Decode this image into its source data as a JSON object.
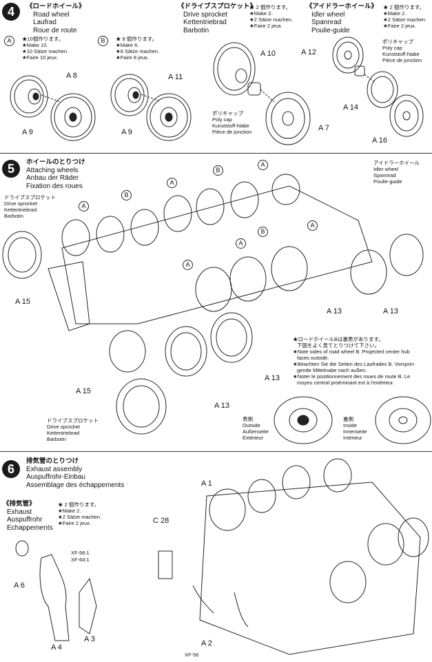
{
  "step4": {
    "number": "4",
    "road_wheel": {
      "jp": "《ロードホイール》",
      "en": "Road wheel",
      "de": "Laufrad",
      "fr": "Roue de route"
    },
    "drive_sprocket": {
      "jp": "《ドライブスプロケット》",
      "en": "Drive sprocket",
      "de": "Kettentriebrad",
      "fr": "Barbotin",
      "qty_jp": "★ 2 個作ります。",
      "qty_en": "★Make 2.",
      "qty_de": "★2 Sätze machen.",
      "qty_fr": "★Faire 2 jeux."
    },
    "idler_wheel": {
      "jp": "《アイドラーホイール》",
      "en": "Idler wheel",
      "de": "Spannrad",
      "fr": "Poulie-guide",
      "qty_jp": "★ 2 個作ります。",
      "qty_en": "★Make 2.",
      "qty_de": "★2 Sätze machen.",
      "qty_fr": "★Faire 2 jeux."
    },
    "variant_a": {
      "marker": "A",
      "qty_jp": "★10個作ります。",
      "qty_en": "★Make 10.",
      "qty_de": "★10 Sätze machen.",
      "qty_fr": "★Faire 10 jeux."
    },
    "variant_b": {
      "marker": "B",
      "qty_jp": "★ 8 個作ります。",
      "qty_en": "★Make 6.",
      "qty_de": "★8 Sätze machen.",
      "qty_fr": "★Faire 8 jeux."
    },
    "poly_cap_a": {
      "jp": "ポリキャップ",
      "en": "Poly cap",
      "de": "Kunststoff-Nabe",
      "fr": "Pièce de jonction"
    },
    "poly_cap_b": {
      "jp": "ポリキャップ",
      "en": "Poly cap",
      "de": "Kunststoff-Nabe",
      "fr": "Pièce de jonction"
    },
    "parts": {
      "a8_left": "A 8",
      "a9_left": "A 9",
      "a11": "A 11",
      "a9_right": "A 9",
      "a10": "A 10",
      "a7": "A 7",
      "a12": "A 12",
      "a14": "A 14",
      "a16": "A 16"
    }
  },
  "step5": {
    "number": "5",
    "title_jp": "ホイールのとりつけ",
    "title_en": "Attaching wheels",
    "title_de": "Anbau der Räder",
    "title_fr": "Fixation des roues",
    "drive_sprocket_top": {
      "jp": "ドライブスプロケット",
      "en": "Drive sprocket",
      "de": "Kettentriebrad",
      "fr": "Barbotin"
    },
    "drive_sprocket_bottom": {
      "jp": "ドライブスプロケット",
      "en": "Drive sprocket",
      "de": "Kettentriebrad",
      "fr": "Barbotin"
    },
    "idler_wheel": {
      "jp": "アイドラーホイール",
      "en": "Idler wheel",
      "de": "Spannrad",
      "fr": "Poulie-guide"
    },
    "note": {
      "jp1": "★ロードホイールBは裏表があります。",
      "jp2": "下図をよく見てとりつけて下さい。",
      "en1": "★Note sides of road wheel B. Projected center hub",
      "en2": "faces outside.",
      "de1": "★Beachten Sie die Seiten des Laufrades B. Vorsprin-",
      "de2": "gende Mittelnabe nach außen.",
      "fr1": "★Noter le positionnement des roues de route B. Le",
      "fr2": "moyeu central proéminant est à l'extérieur."
    },
    "outside": {
      "jp": "表側",
      "en": "Outside",
      "de": "Außenseite",
      "fr": "Extérieur"
    },
    "inside": {
      "jp": "裏側",
      "en": "Inside",
      "de": "Innenseite",
      "fr": "Intérieur"
    },
    "markers": {
      "a": "A",
      "b": "B"
    },
    "parts": {
      "a15_top": "A 15",
      "a15_bottom": "A 15",
      "a13_1": "A 13",
      "a13_2": "A 13",
      "a13_3": "A 13",
      "a13_4": "A 13"
    }
  },
  "step6": {
    "number": "6",
    "title_jp": "排気管のとりつけ",
    "title_en": "Exhaust assembly",
    "title_de": "Auspuffrohr-Einbau",
    "title_fr": "Assemblage des échappements",
    "exhaust": {
      "jp": "《排気管》",
      "en": "Exhaust",
      "de": "Auspuffrohr",
      "fr": "Echappements",
      "qty_jp": "★ 2 個作ります。",
      "qty_en": "★Make 2.",
      "qty_de": "★2 Sätze machen.",
      "qty_fr": "★Faire 2 jeux."
    },
    "paint": {
      "xf56_1": "XF-56:1",
      "xf64_1": "XF-64:1",
      "xf56": "XF-56"
    },
    "parts": {
      "a1": "A 1",
      "c28": "C 28",
      "a6": "A 6",
      "a4": "A 4",
      "a3": "A 3",
      "a2": "A 2"
    }
  }
}
